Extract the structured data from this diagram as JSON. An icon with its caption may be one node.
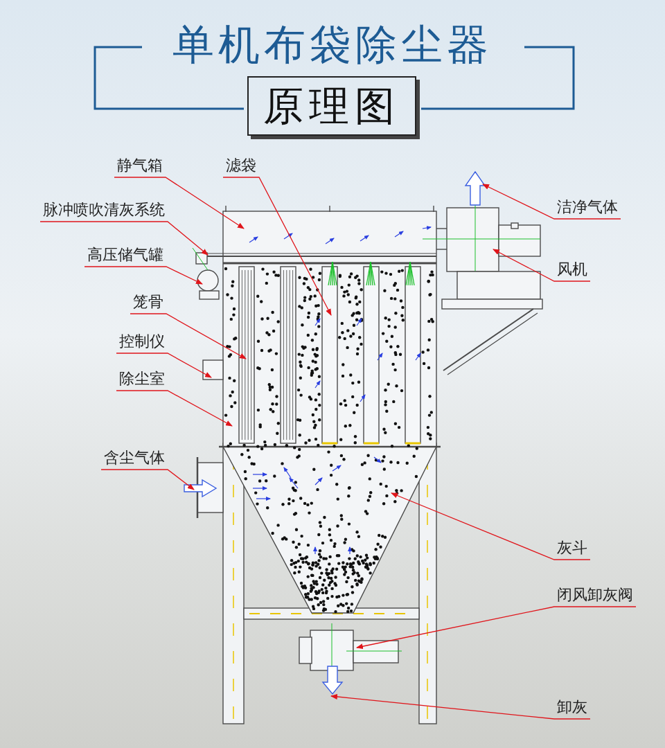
{
  "diagram": {
    "title": "单机布袋除尘器",
    "nodes": [
      {
        "text": [
          "静气箱"
        ]
      },
      {
        "text": [
          "滤袋"
        ]
      },
      {
        "text": [
          "洁净气体"
        ]
      },
      {
        "text": [
          "脉冲喷吹清灰系统"
        ]
      },
      {
        "text": [
          "高压储气罐"
        ]
      },
      {
        "text": [
          "风机"
        ]
      },
      {
        "text": [
          "笼骨"
        ]
      },
      {
        "text": [
          "控制仪"
        ]
      },
      {
        "text": [
          "除尘室"
        ]
      },
      {
        "text": [
          "含尘气体"
        ]
      },
      {
        "text": [
          "灰斗"
        ]
      },
      {
        "text": [
          "闭风卸灰阀"
        ]
      },
      {
        "text": [
          "卸灰"
        ]
      }
    ],
    "edges": [
      {
        "from": 0,
        "to": null,
        "arrow": "to"
      },
      {
        "from": 1,
        "to": null,
        "arrow": "to"
      },
      {
        "from": 2,
        "to": null,
        "arrow": "to"
      },
      {
        "from": 3,
        "to": null,
        "arrow": "to"
      },
      {
        "from": 4,
        "to": null,
        "arrow": "to"
      },
      {
        "from": 5,
        "to": null,
        "arrow": "to"
      },
      {
        "from": 6,
        "to": null,
        "arrow": "to"
      },
      {
        "from": 7,
        "to": null,
        "arrow": "to"
      },
      {
        "from": 8,
        "to": null,
        "arrow": "to"
      },
      {
        "from": 9,
        "to": null,
        "arrow": "to"
      },
      {
        "from": 10,
        "to": null,
        "arrow": "to"
      },
      {
        "from": 11,
        "to": null,
        "arrow": "to"
      },
      {
        "from": 12,
        "to": null,
        "arrow": "to"
      }
    ],
    "labels": [
      "原理图"
    ]
  }
}
